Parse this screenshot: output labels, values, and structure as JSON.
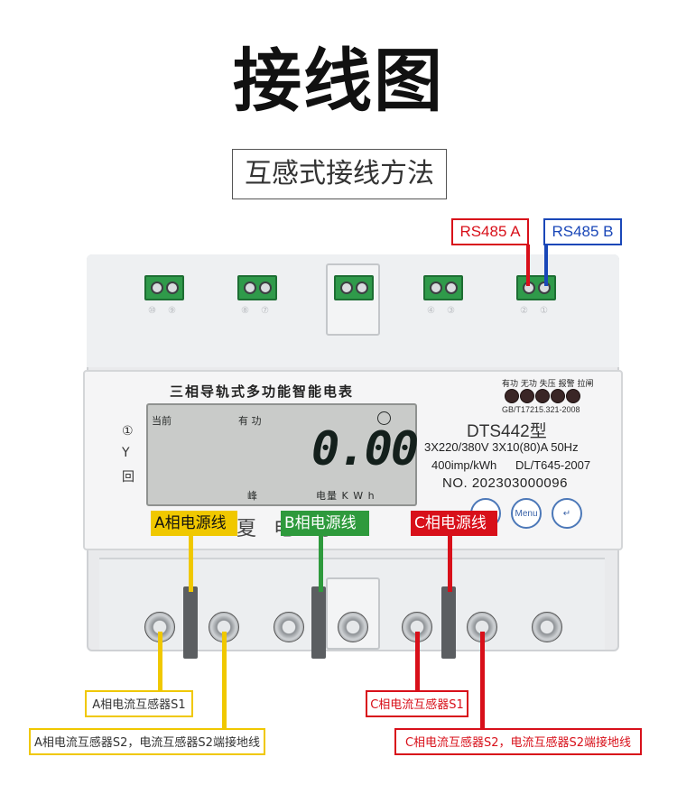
{
  "title": "接线图",
  "subtitle": "互感式接线方法",
  "rs485": {
    "a": "RS485 A",
    "b": "RS485 B"
  },
  "top_terminals": [
    {
      "left_num": "⑩",
      "right_num": "⑨"
    },
    {
      "left_num": "⑧",
      "right_num": "⑦"
    },
    {
      "left_num": "",
      "right_num": ""
    },
    {
      "left_num": "④",
      "right_num": "③"
    },
    {
      "left_num": "②",
      "right_num": "①"
    }
  ],
  "meter": {
    "name": "三相导轨式多功能智能电表",
    "lcd": {
      "top_left": "当前",
      "top_middle": "有 功",
      "reading": "0.00",
      "bottom_peak": "峰",
      "bottom_unit": "电量 K W h"
    },
    "side_symbols": [
      "①",
      "Y",
      "回"
    ],
    "led_caption": "有功 无功 失压 报警 拉闸",
    "standard_gb": "GB/T17215.321-2008",
    "model": "DTS442型",
    "spec_voltage_current": "3X220/380V  3X10(80)A  50Hz",
    "spec_constant": "400imp/kWh",
    "spec_standard": "DL/T645-2007",
    "serial": "NO. 202303000096",
    "button_menu": "Menu",
    "maker_text": "夏 电       司"
  },
  "phase_labels": {
    "a": "A相电源线",
    "b": "B相电源线",
    "c": "C相电源线"
  },
  "ct_labels": {
    "a_s1": "A相电流互感器S1",
    "a_s2": "A相电流互感器S2，电流互感器S2端接地线",
    "c_s1": "C相电流互感器S1",
    "c_s2": "C相电流互感器S2，电流互感器S2端接地线"
  },
  "colors": {
    "phase_a": "#f0c800",
    "phase_b": "#2e9a3c",
    "phase_c": "#d8101a",
    "rs485_a": "#d8101a",
    "rs485_b": "#1a47b8"
  }
}
